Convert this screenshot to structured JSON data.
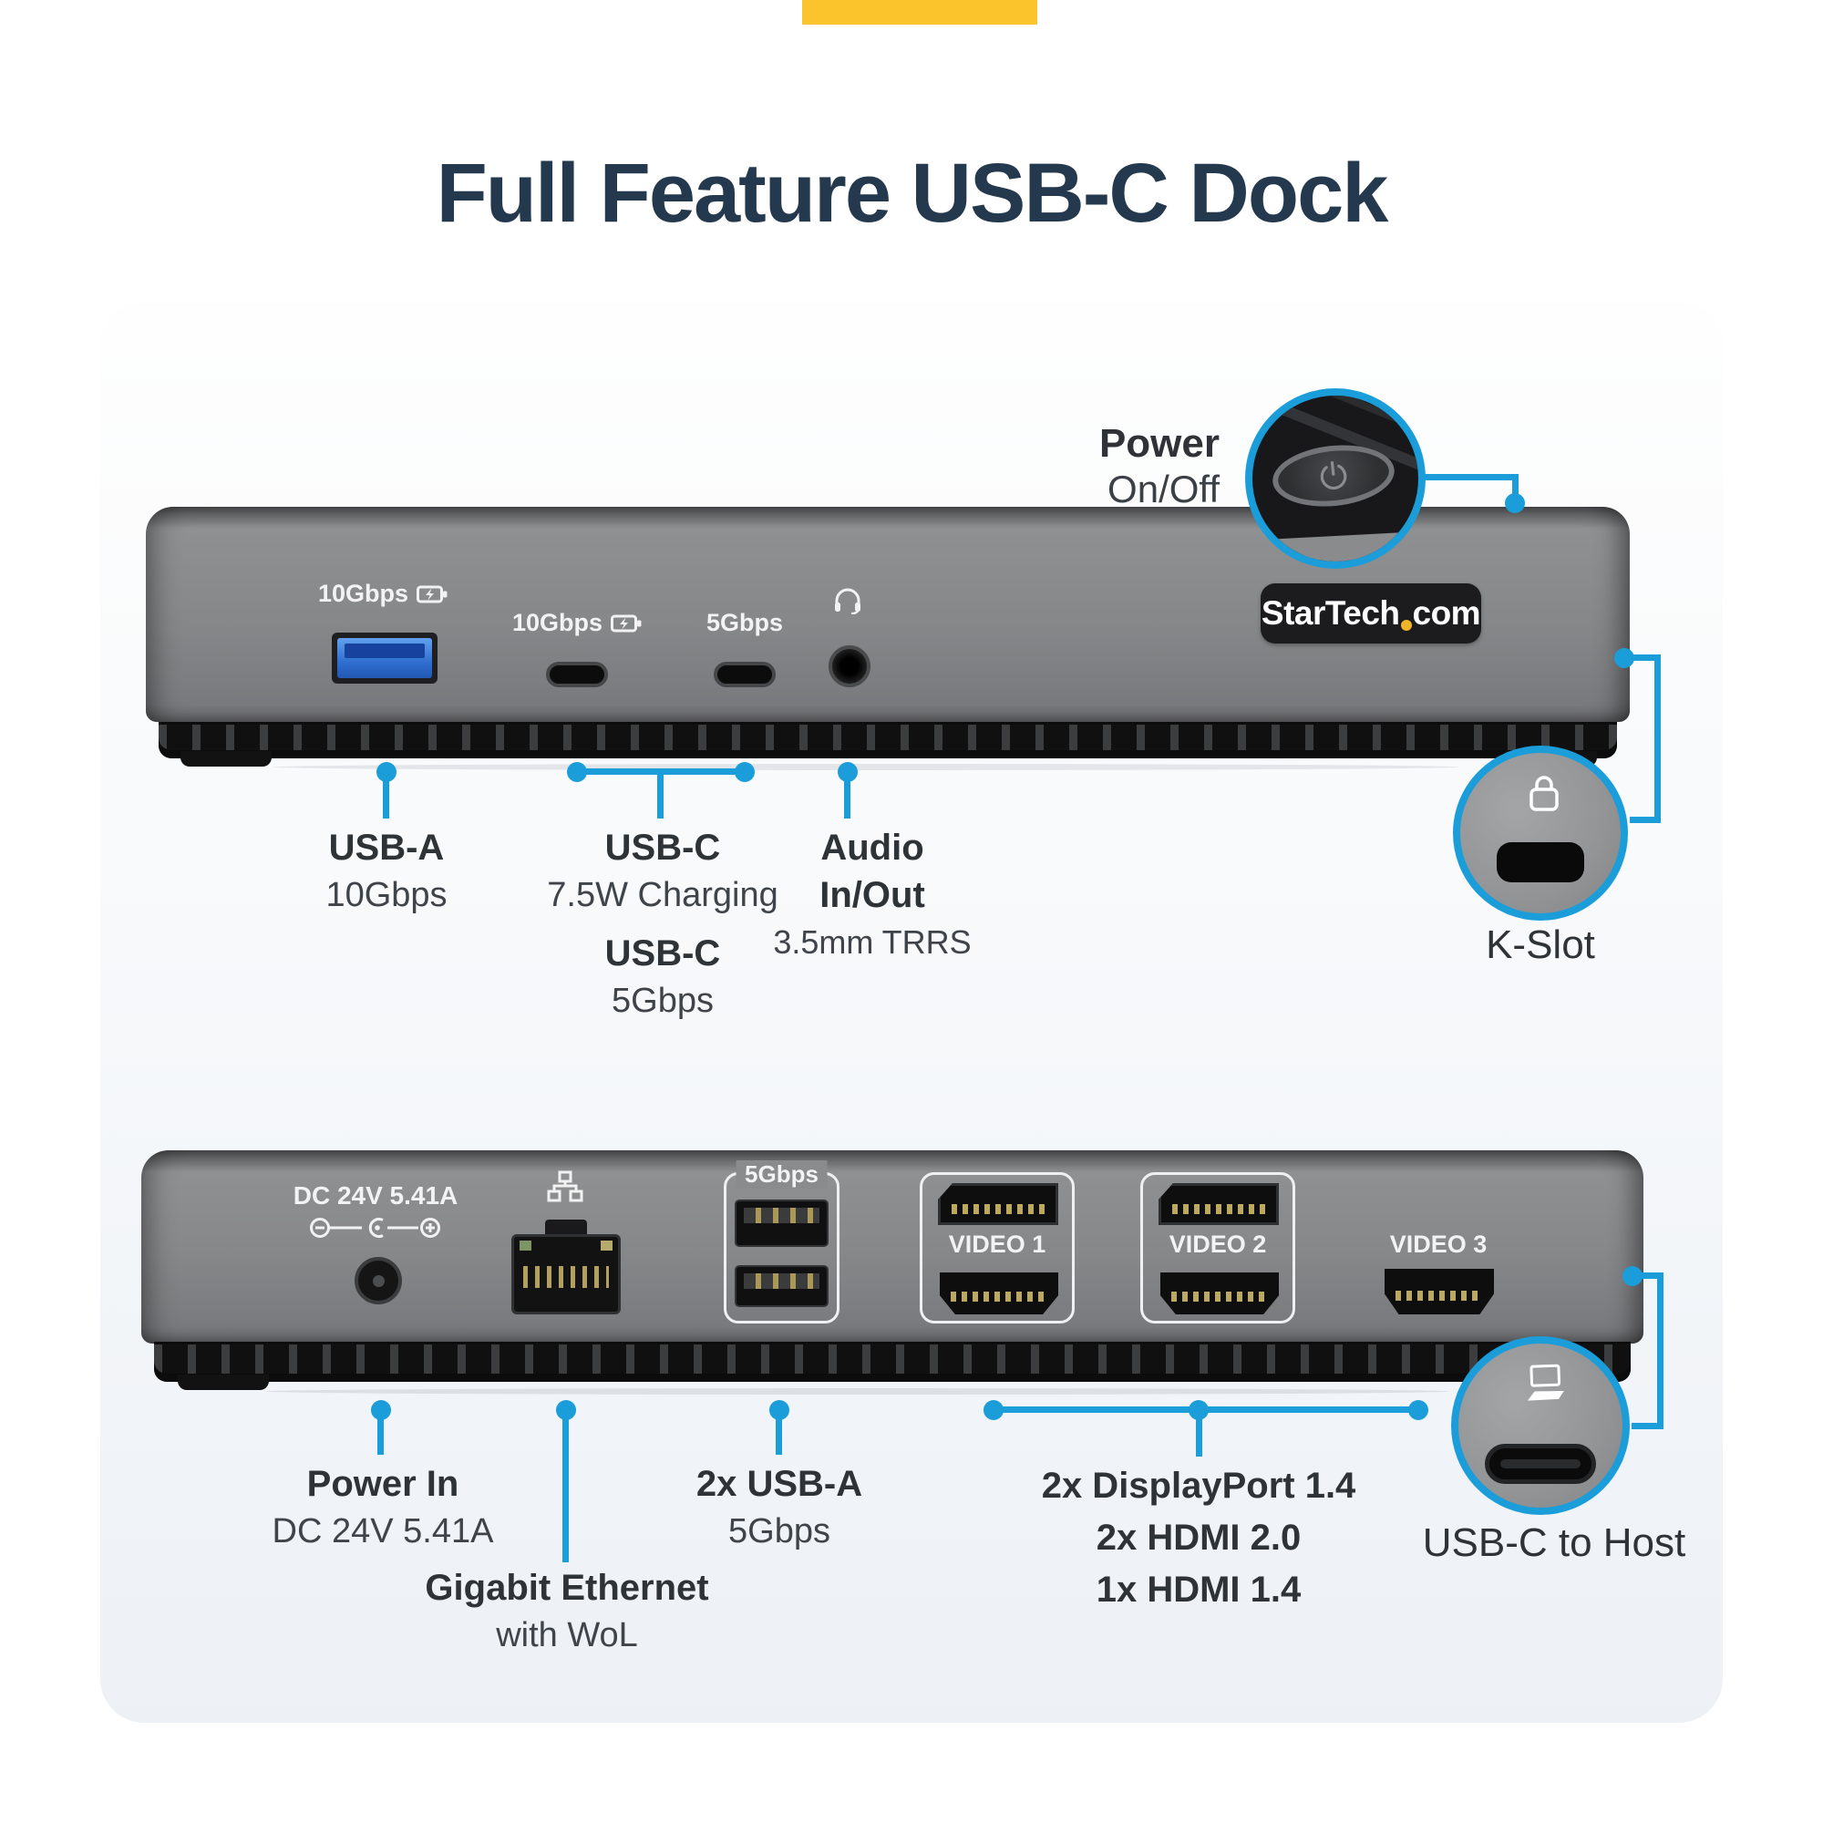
{
  "title": "Full Feature USB-C Dock",
  "colors": {
    "accent_blue": "#1b9dd9",
    "brand_yellow": "#fbc42d",
    "title_navy": "#24394e",
    "dock_gray": "#86878a",
    "label_dark": "#2e3337"
  },
  "front_dock": {
    "usb_a_speed": "10Gbps",
    "usb_c1_speed": "10Gbps",
    "usb_c2_speed": "5Gbps",
    "logo_text_1": "StarTech",
    "logo_text_2": "com",
    "power_label_1": "Power",
    "power_label_2": "On/Off",
    "callout_usb_a_title": "USB-A",
    "callout_usb_a_sub": "10Gbps",
    "callout_usb_c_title_1": "USB-C",
    "callout_usb_c_sub_1": "7.5W Charging",
    "callout_usb_c_title_2": "USB-C",
    "callout_usb_c_sub_2": "5Gbps",
    "callout_audio_title_1": "Audio",
    "callout_audio_title_2": "In/Out",
    "callout_audio_sub": "3.5mm TRRS",
    "callout_k_slot": "K-Slot"
  },
  "back_dock": {
    "dc_label": "DC 24V 5.41A",
    "usb_bracket_label": "5Gbps",
    "video_1": "VIDEO 1",
    "video_2": "VIDEO 2",
    "video_3": "VIDEO 3",
    "callout_power_title": "Power In",
    "callout_power_sub": "DC 24V 5.41A",
    "callout_eth_title": "Gigabit Ethernet",
    "callout_eth_sub": "with WoL",
    "callout_usb_title": "2x USB-A",
    "callout_usb_sub": "5Gbps",
    "callout_video": [
      "2x DisplayPort 1.4",
      "2x HDMI 2.0",
      "1x HDMI 1.4"
    ],
    "callout_host": "USB-C to Host"
  },
  "icons": {
    "battery_charging": "battery-fast-charge-icon",
    "headset": "headset-icon",
    "network": "ethernet-network-icon",
    "lock": "k-slot-lock-icon",
    "laptop": "laptop-host-icon",
    "power": "power-symbol-icon",
    "dc_polarity": "dc-polarity-icon"
  }
}
